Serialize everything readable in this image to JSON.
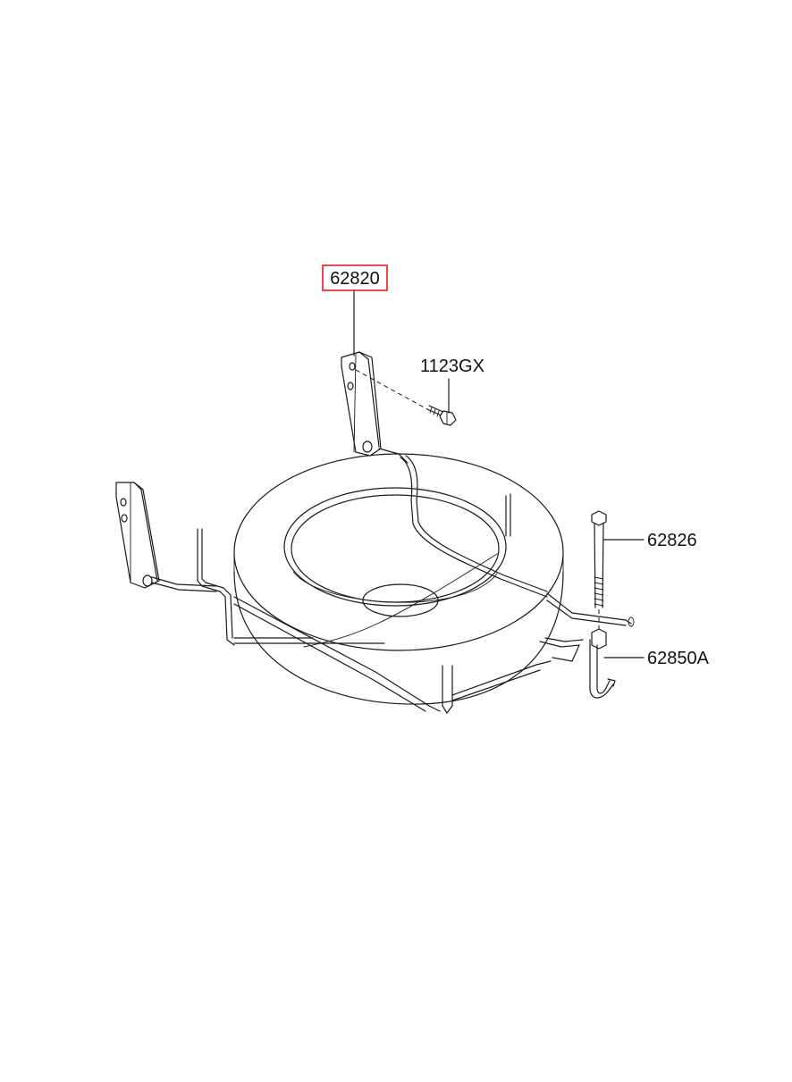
{
  "parts": {
    "bracket": {
      "number": "62820",
      "highlight_color": "#e02020"
    },
    "bolt_small": {
      "number": "1123GX"
    },
    "bolt_long": {
      "number": "62826"
    },
    "hook": {
      "number": "62850A"
    }
  }
}
